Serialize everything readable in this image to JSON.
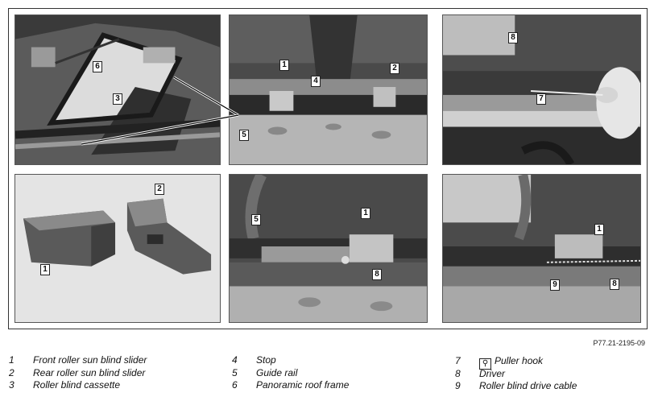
{
  "figure_reference": "P77.21-2195-09",
  "panels": [
    {
      "id": "top-left",
      "callouts": [
        "6",
        "3"
      ]
    },
    {
      "id": "top-middle",
      "callouts": [
        "1",
        "2",
        "4",
        "5"
      ]
    },
    {
      "id": "top-right",
      "callouts": [
        "8",
        "7"
      ]
    },
    {
      "id": "bottom-left",
      "callouts": [
        "2",
        "1"
      ]
    },
    {
      "id": "bottom-middle",
      "callouts": [
        "5",
        "1",
        "8"
      ]
    },
    {
      "id": "bottom-right",
      "callouts": [
        "1",
        "9",
        "8"
      ]
    }
  ],
  "legend": [
    {
      "num": "1",
      "text": "Front roller sun blind slider"
    },
    {
      "num": "2",
      "text": "Rear roller sun blind slider"
    },
    {
      "num": "3",
      "text": "Roller blind cassette"
    },
    {
      "num": "4",
      "text": "Stop"
    },
    {
      "num": "5",
      "text": "Guide rail"
    },
    {
      "num": "6",
      "text": "Panoramic roof frame"
    },
    {
      "num": "7",
      "text": "Puller hook",
      "icon": "tool-icon"
    },
    {
      "num": "8",
      "text": "Driver"
    },
    {
      "num": "9",
      "text": "Roller blind drive cable"
    }
  ]
}
